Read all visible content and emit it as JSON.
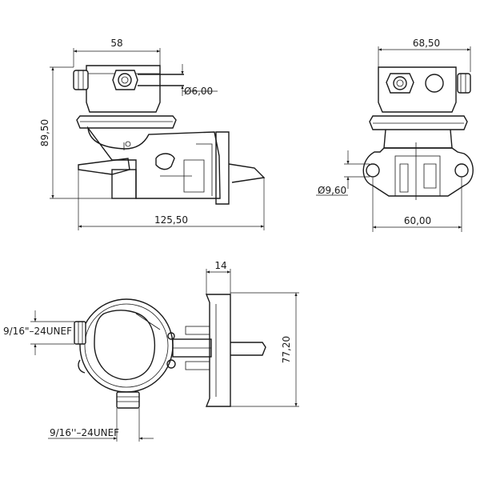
{
  "drawing": {
    "colors": {
      "line": "#1a1a1a",
      "background": "#ffffff"
    },
    "dimensions": {
      "side_top_width": "58",
      "side_outlet_diameter": "Ø6,00",
      "side_height": "89,50",
      "side_total_length": "125,50",
      "front_top_width": "68,50",
      "front_hole_diameter": "Ø9,60",
      "front_hole_spacing": "60,00",
      "top_flange_thickness": "14",
      "top_flange_height": "77,20",
      "top_thread_left": "9/16\"–24UNEF",
      "top_thread_bottom": "9/16''–24UNEF"
    }
  }
}
